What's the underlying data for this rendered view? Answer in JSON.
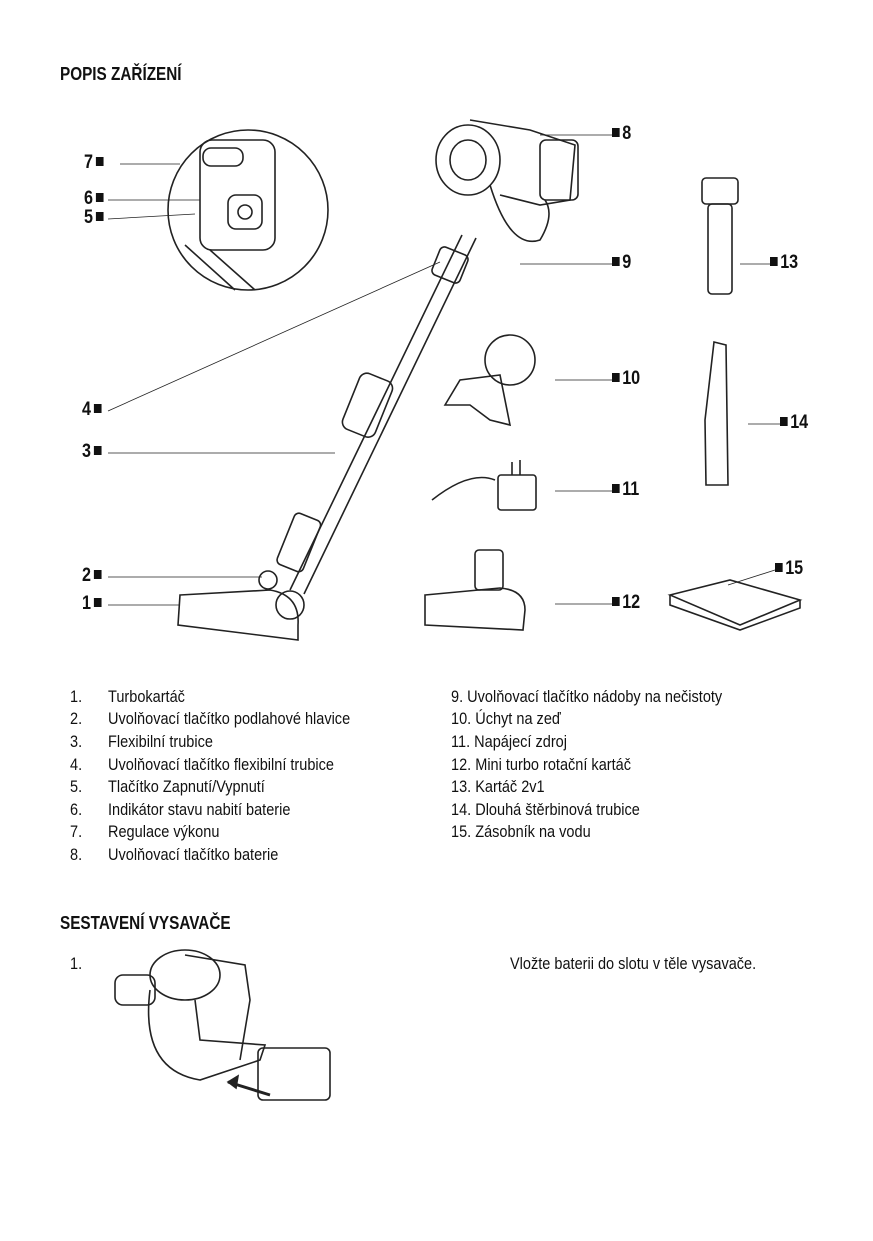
{
  "section1_title": "POPIS ZAŘÍZENÍ",
  "callouts": [
    "1",
    "2",
    "3",
    "4",
    "5",
    "6",
    "7",
    "8",
    "9",
    "10",
    "11",
    "12",
    "13",
    "14",
    "15"
  ],
  "parts_left": [
    {
      "n": "1.",
      "t": "Turbokartáč"
    },
    {
      "n": "2.",
      "t": "Uvolňovací tlačítko podlahové hlavice"
    },
    {
      "n": "3.",
      "t": "Flexibilní trubice"
    },
    {
      "n": "4.",
      "t": "Uvolňovací tlačítko flexibilní trubice"
    },
    {
      "n": "5.",
      "t": "Tlačítko Zapnutí/Vypnutí"
    },
    {
      "n": "6.",
      "t": "Indikátor stavu nabití baterie"
    },
    {
      "n": "7.",
      "t": "Regulace výkonu"
    },
    {
      "n": "8.",
      "t": "Uvolňovací tlačítko baterie"
    }
  ],
  "parts_right": [
    "9. Uvolňovací tlačítko nádoby na nečistoty",
    "10. Úchyt na zeď",
    "11. Napájecí zdroj",
    "12. Mini turbo rotační kartáč",
    "13. Kartáč 2v1",
    "14. Dlouhá štěrbinová trubice",
    "15. Zásobník na vodu"
  ],
  "section2_title": "SESTAVENÍ VYSAVAČE",
  "step1": {
    "n": "1.",
    "text": "Vložte baterii do slotu v těle vysavače."
  }
}
